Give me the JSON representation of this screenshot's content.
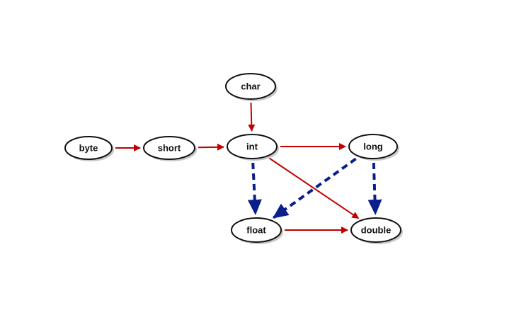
{
  "colors": {
    "solid_edge": "#c00000",
    "dashed_edge": "#0a1e8c",
    "node_border": "#111111",
    "node_fill": "#ffffff"
  },
  "nodes": [
    {
      "id": "byte",
      "label": "byte"
    },
    {
      "id": "short",
      "label": "short"
    },
    {
      "id": "char",
      "label": "char"
    },
    {
      "id": "int",
      "label": "int"
    },
    {
      "id": "long",
      "label": "long"
    },
    {
      "id": "float",
      "label": "float"
    },
    {
      "id": "double",
      "label": "double"
    }
  ],
  "edges": [
    {
      "from": "byte",
      "to": "short",
      "style": "solid"
    },
    {
      "from": "short",
      "to": "int",
      "style": "solid"
    },
    {
      "from": "char",
      "to": "int",
      "style": "solid"
    },
    {
      "from": "int",
      "to": "long",
      "style": "solid"
    },
    {
      "from": "int",
      "to": "double",
      "style": "solid"
    },
    {
      "from": "float",
      "to": "double",
      "style": "solid"
    },
    {
      "from": "int",
      "to": "float",
      "style": "dashed"
    },
    {
      "from": "long",
      "to": "float",
      "style": "dashed"
    },
    {
      "from": "long",
      "to": "double",
      "style": "dashed"
    }
  ]
}
